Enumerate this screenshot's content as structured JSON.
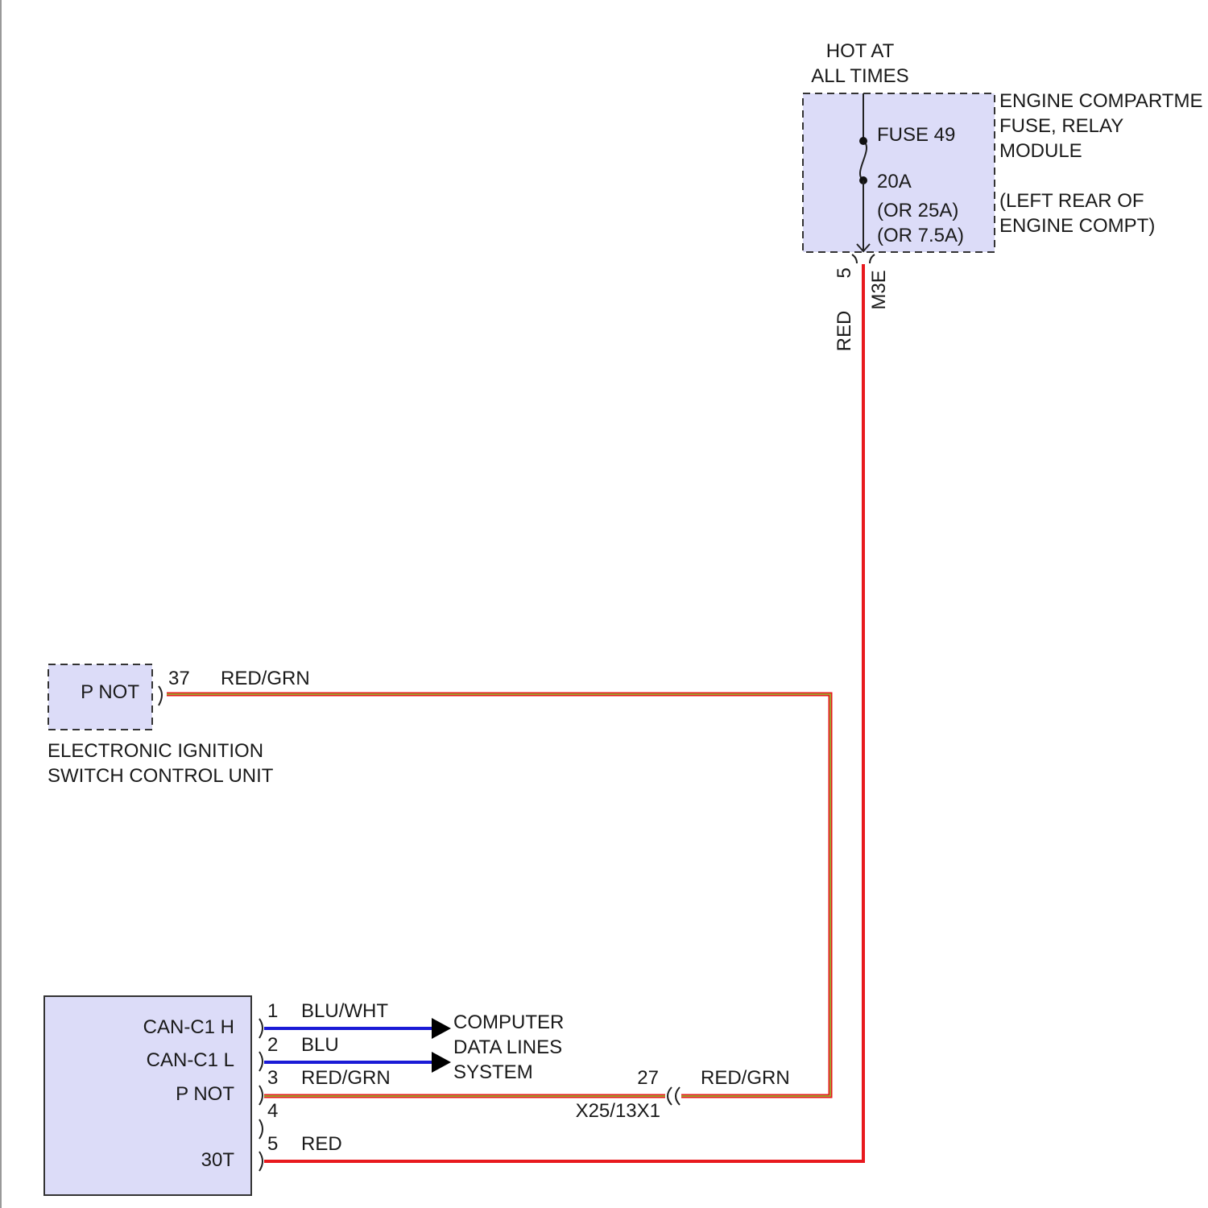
{
  "colors": {
    "module_fill": "#dcdcf8",
    "red_wire": "#e8191e",
    "green_tracer": "#8cc832",
    "blu_wire": "#1a1ad6"
  },
  "power_source": {
    "hot_line1": "HOT AT",
    "hot_line2": "ALL TIMES",
    "fuse_name": "FUSE 49",
    "fuse_rating": "20A",
    "fuse_alt1": "(OR 25A)",
    "fuse_alt2": "(OR 7.5A)",
    "module_line1": "ENGINE COMPARTME",
    "module_line2": "FUSE, RELAY",
    "module_line3": "MODULE",
    "location_line1": "(LEFT REAR OF",
    "location_line2": "ENGINE COMPT)",
    "pin": "5",
    "connector": "M3E",
    "wire_color": "RED"
  },
  "ignition_unit": {
    "pin_function": "P NOT",
    "pin": "37",
    "wire_color": "RED/GRN",
    "name_line1": "ELECTRONIC IGNITION",
    "name_line2": "SWITCH CONTROL UNIT"
  },
  "inline_connector": {
    "pin": "27",
    "name": "X25/13X1",
    "wire_color": "RED/GRN"
  },
  "lower_module": {
    "pins": [
      {
        "number": "1",
        "function": "CAN-C1 H",
        "wire": "BLU/WHT"
      },
      {
        "number": "2",
        "function": "CAN-C1 L",
        "wire": "BLU"
      },
      {
        "number": "3",
        "function": "P NOT",
        "wire": "RED/GRN"
      },
      {
        "number": "4",
        "function": "",
        "wire": ""
      },
      {
        "number": "5",
        "function": "30T",
        "wire": "RED"
      }
    ]
  },
  "data_lines": {
    "line1": "COMPUTER",
    "line2": "DATA LINES",
    "line3": "SYSTEM"
  }
}
